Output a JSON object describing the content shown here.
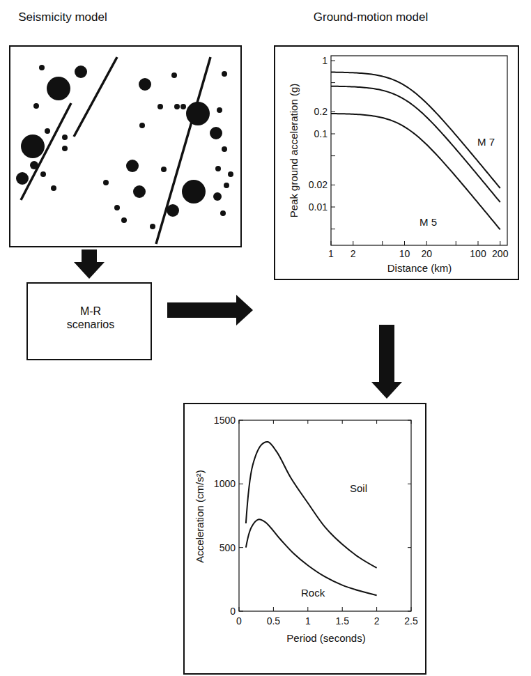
{
  "diagram": {
    "nodes": [
      {
        "text": [
          "Seismicity model"
        ]
      },
      {
        "text": [
          "Ground-motion model",
          "Peak ground acceleration (g)",
          "Distance (km)",
          "M 7",
          "M 5"
        ]
      },
      {
        "text": [
          "M-R scenarios"
        ]
      },
      {
        "text": [
          "Acceleration (cm/s²)",
          "Period (seconds)",
          "Soil",
          "Rock"
        ]
      }
    ],
    "edges": [
      {
        "from": 0,
        "to": 2,
        "arrow": "to"
      },
      {
        "from": 2,
        "to": 1,
        "arrow": "to"
      },
      {
        "from": 1,
        "to": 3,
        "arrow": "to"
      }
    ],
    "labels": [
      "1",
      "0.2",
      "0.1",
      "0.02",
      "0.01",
      "1",
      "2",
      "10",
      "20",
      "100",
      "200",
      "1500",
      "1000",
      "500",
      "0",
      "0",
      "0.5",
      "1",
      "1.5",
      "2",
      "2.5"
    ]
  }
}
